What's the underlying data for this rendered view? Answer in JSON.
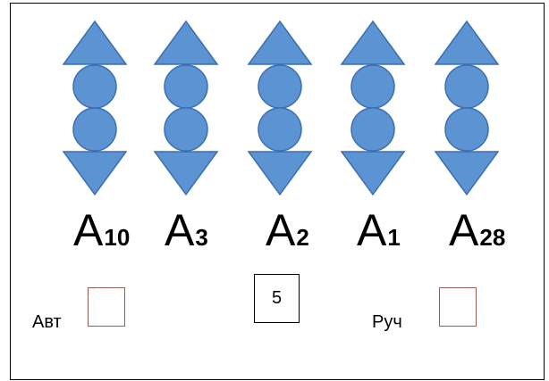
{
  "shape_color": "#5b93d3",
  "shape_stroke": "#3b6fb0",
  "actuators": [
    {
      "id": "A10",
      "letter": "A",
      "number": "10"
    },
    {
      "id": "A3",
      "letter": "A",
      "number": "3"
    },
    {
      "id": "A2",
      "letter": "A",
      "number": "2"
    },
    {
      "id": "A1",
      "letter": "A",
      "number": "1"
    },
    {
      "id": "A28",
      "letter": "A",
      "number": "28"
    }
  ],
  "controls": {
    "auto_label": "Авт",
    "manual_label": "Руч",
    "value": "5"
  }
}
